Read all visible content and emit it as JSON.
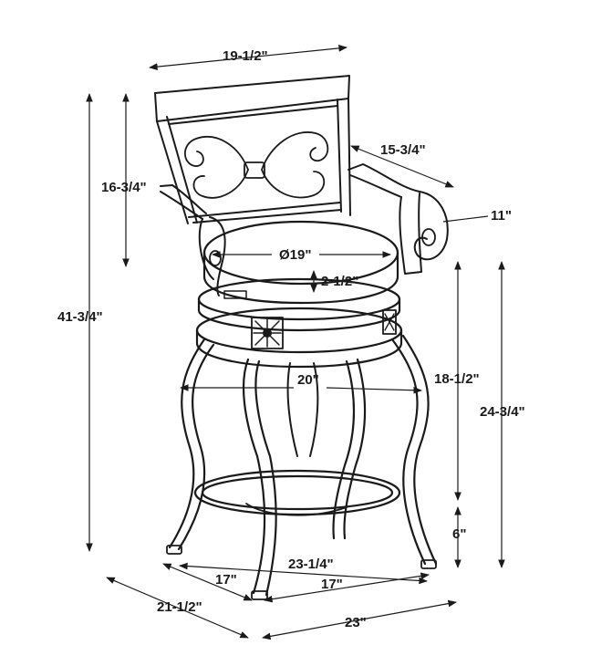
{
  "diagram": {
    "subject": "swivel bar stool with armrests",
    "line_color": "#1a1a1a",
    "background": "#ffffff",
    "dimensions": {
      "back_width": "19-1/2\"",
      "back_height": "16-3/4\"",
      "overall_height": "41-3/4\"",
      "arm_depth": "15-3/4\"",
      "arm_height": "11\"",
      "seat_diameter": "Ø19\"",
      "seat_thickness": "2-1/2\"",
      "leg_span": "20\"",
      "seat_height_from_ring": "18-1/2\"",
      "seat_height": "24-3/4\"",
      "footring_height": "6\"",
      "base_diagonal": "23-1/4\"",
      "base_side_left": "17\"",
      "base_side_right": "17\"",
      "overall_depth": "21-1/2\"",
      "overall_width": "23\""
    }
  }
}
